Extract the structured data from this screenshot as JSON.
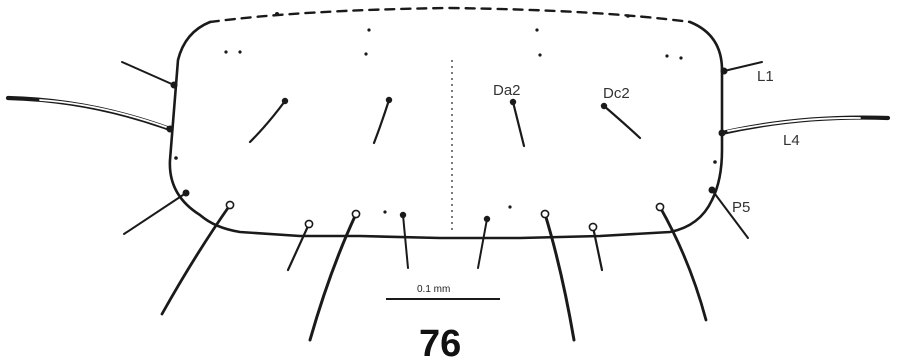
{
  "figure": {
    "number": "76",
    "scale_bar_label": "0.1 mm"
  },
  "setae_labels": {
    "da2": "Da2",
    "dc2": "Dc2",
    "l1": "L1",
    "l4": "L4",
    "p5": "P5"
  }
}
